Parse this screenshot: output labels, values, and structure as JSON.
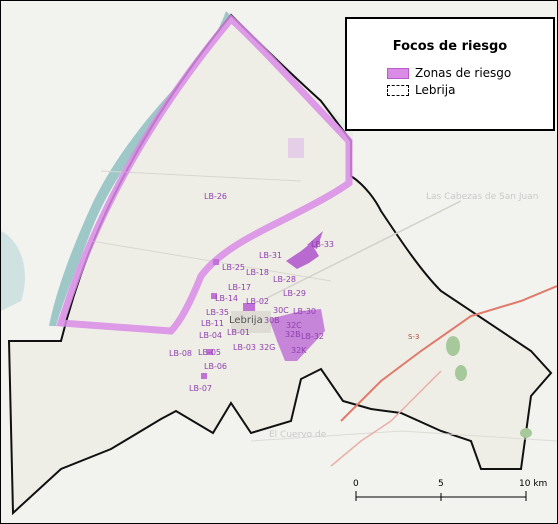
{
  "legend": {
    "title": "Focos de riesgo",
    "risk_zones_label": "Zonas de riesgo",
    "municipality_label": "Lebrija"
  },
  "map": {
    "town_label": "Lebrija",
    "road_label": "",
    "background_labels": [
      "Las Cabezas de San Juan",
      "El Cuervo de"
    ],
    "highway_label": "S-3"
  },
  "zones": [
    {
      "id": "LB-26"
    },
    {
      "id": "LB-33"
    },
    {
      "id": "LB-31"
    },
    {
      "id": "LB-25"
    },
    {
      "id": "LB-18"
    },
    {
      "id": "LB-28"
    },
    {
      "id": "LB-17"
    },
    {
      "id": "LB-29"
    },
    {
      "id": "LB-14"
    },
    {
      "id": "LB-02"
    },
    {
      "id": "LB-35"
    },
    {
      "id": "30C"
    },
    {
      "id": "LB-30"
    },
    {
      "id": "LB-11"
    },
    {
      "id": "30B"
    },
    {
      "id": "32C"
    },
    {
      "id": "LB-01"
    },
    {
      "id": "32B"
    },
    {
      "id": "LB-32"
    },
    {
      "id": "LB-04"
    },
    {
      "id": "LB-03"
    },
    {
      "id": "32G"
    },
    {
      "id": "32K"
    },
    {
      "id": "LB-08"
    },
    {
      "id": "LB-05"
    },
    {
      "id": "LB-06"
    },
    {
      "id": "LB-07"
    }
  ],
  "scale": {
    "ticks": [
      "0",
      "5",
      "10 km"
    ]
  },
  "colors": {
    "risk_fill": "#d98be6",
    "risk_outline": "#c36ad6",
    "boundary": "#000000",
    "water": "#9ec7c7",
    "road": "#e07a6b"
  }
}
